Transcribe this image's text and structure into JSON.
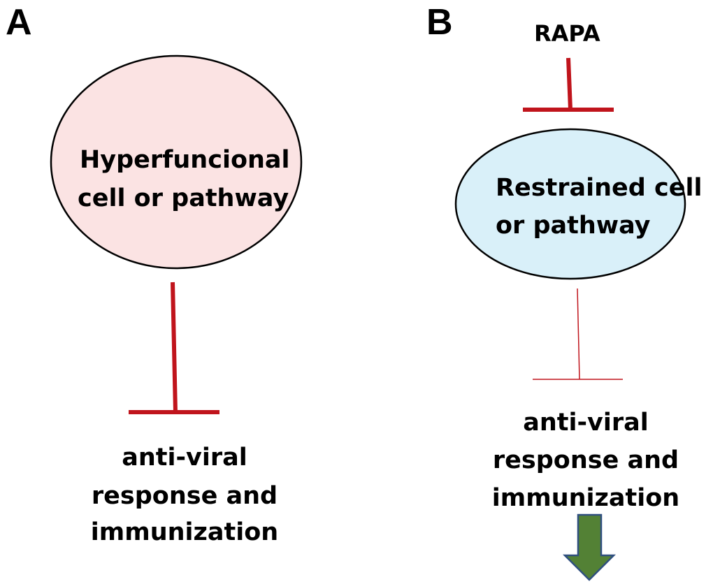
{
  "panel_a": {
    "label": "A",
    "node_line1": "Hyperfuncional",
    "node_line2": "cell or pathway",
    "outcome_line1": "anti-viral",
    "outcome_line2": "response and",
    "outcome_line3": "immunization",
    "node_fill": "#fbe3e3",
    "inhibition_color": "#c0141c"
  },
  "panel_b": {
    "label": "B",
    "drug": "RAPA",
    "node_line1": "Restrained cell",
    "node_line2": "or pathway",
    "outcome_line1": "anti-viral",
    "outcome_line2": "response and",
    "outcome_line3": "immunization",
    "node_fill": "#d9f0f9",
    "inhibition_color": "#c0141c",
    "arrow_color": "#538135",
    "arrow_outline": "#2f4f7f"
  }
}
